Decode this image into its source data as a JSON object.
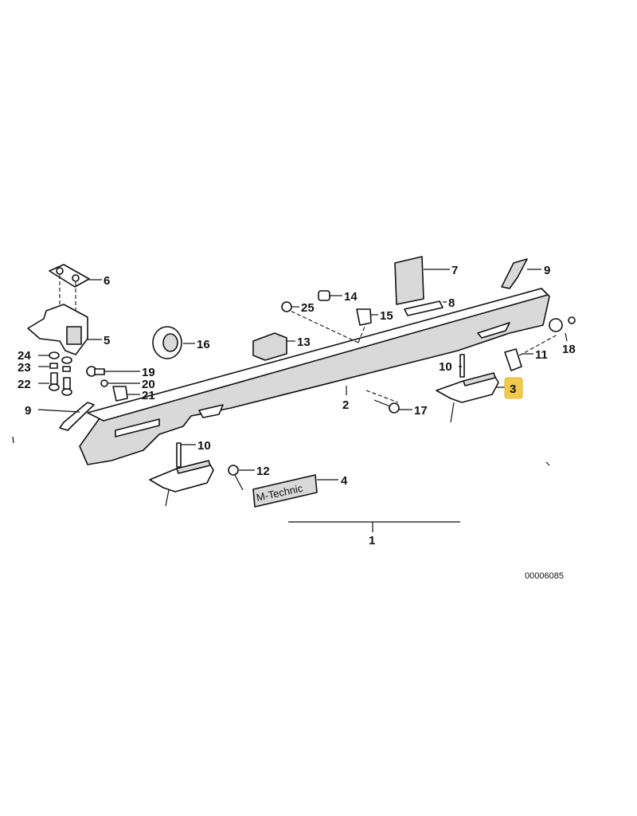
{
  "diagram_code": "00006085",
  "highlight_color": "#f2c94c",
  "highlighted_part": "3",
  "badge_text": "M-Technic",
  "labels": {
    "p1": "1",
    "p2": "2",
    "p3": "3",
    "p4": "4",
    "p5": "5",
    "p6": "6",
    "p7": "7",
    "p8": "8",
    "p9a": "9",
    "p9b": "9",
    "p10a": "10",
    "p10b": "10",
    "p11": "11",
    "p12": "12",
    "p13": "13",
    "p14": "14",
    "p15": "15",
    "p16": "16",
    "p17": "17",
    "p18": "18",
    "p19": "19",
    "p20": "20",
    "p21": "21",
    "p22": "22",
    "p23": "23",
    "p24": "24",
    "p25": "25"
  }
}
